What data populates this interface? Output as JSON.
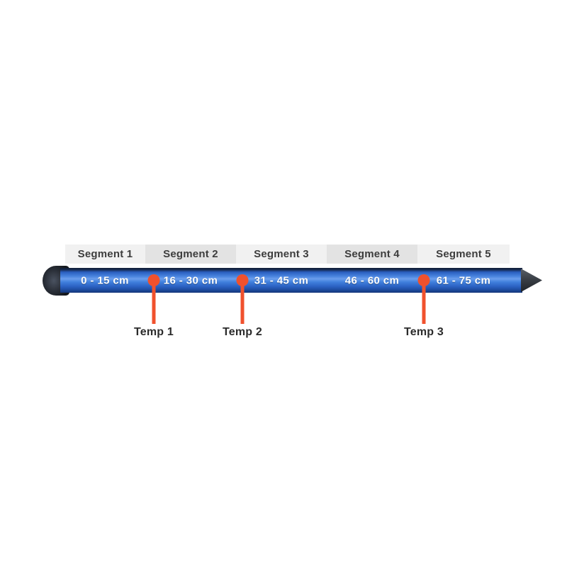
{
  "diagram": {
    "description": "Soil probe segment and temperature sensor diagram",
    "segments": [
      {
        "label": "Segment 1",
        "range": "0 - 15 cm"
      },
      {
        "label": "Segment 2",
        "range": "16 - 30 cm"
      },
      {
        "label": "Segment 3",
        "range": "31 - 45 cm"
      },
      {
        "label": "Segment 4",
        "range": "46 - 60 cm"
      },
      {
        "label": "Segment 5",
        "range": "61 - 75 cm"
      }
    ],
    "sensors": [
      {
        "label": "Temp 1"
      },
      {
        "label": "Temp 2"
      },
      {
        "label": "Temp 3"
      }
    ],
    "colors": {
      "segment_header_light": "#f1f1f1",
      "segment_header_dark": "#e3e3e3",
      "rod_blue": "#3f7ad8",
      "marker_orange": "#f0512d",
      "cap_and_tip_dark": "#3a3f46",
      "label_text": "#3d3d3d"
    }
  }
}
